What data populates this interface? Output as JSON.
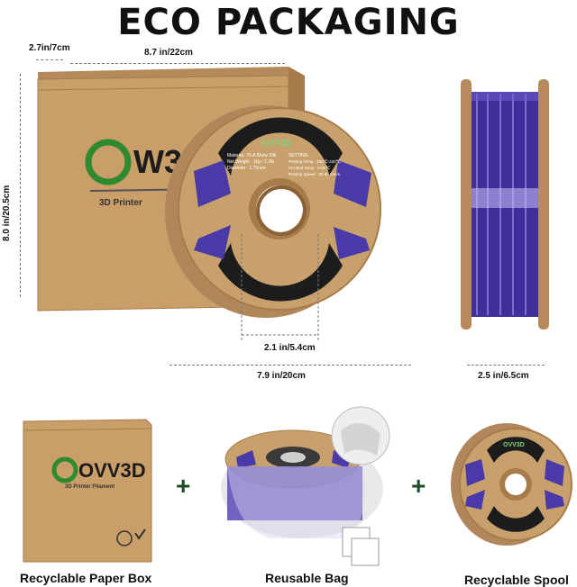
{
  "title": "ECO PACKAGING",
  "dimensions": {
    "box_depth": "2.7in/7cm",
    "box_width": "8.7 in/22cm",
    "box_height": "8.0 in/20.5cm",
    "hub_diameter": "2.1 in/5.4cm",
    "spool_diameter": "7.9 in/20cm",
    "spool_width": "2.5 in/6.5cm"
  },
  "brand": {
    "logo": "OVV3D",
    "tagline": "3D Printer Filament",
    "tagline_short": "3D Printer"
  },
  "spool_label": {
    "brand": "OVV3D",
    "material": "Material : PLA Shiny Silk",
    "weight": "Net Weight : 1kg / 2.2lb",
    "diameter": "Diameter : 1.75mm",
    "setting": "SETTING",
    "print_temp": "Printing Temp : 190℃-220℃",
    "bed_temp": "Hot Bed Temp : 0-60℃",
    "speed": "Printing Speed : 30-90 mm/s"
  },
  "captions": {
    "box": "Recyclable Paper Box",
    "bag": "Reusable Bag",
    "spool": "Recyclable Spool"
  },
  "symbols": {
    "plus": "+"
  },
  "colors": {
    "cardboard": "#c99e68",
    "cardboard_dark": "#a87c4a",
    "filament": "#4a3aa8",
    "filament_light": "#8f7fe0",
    "brand_green": "#2e8a2e",
    "label_black": "#1c1c1c"
  }
}
